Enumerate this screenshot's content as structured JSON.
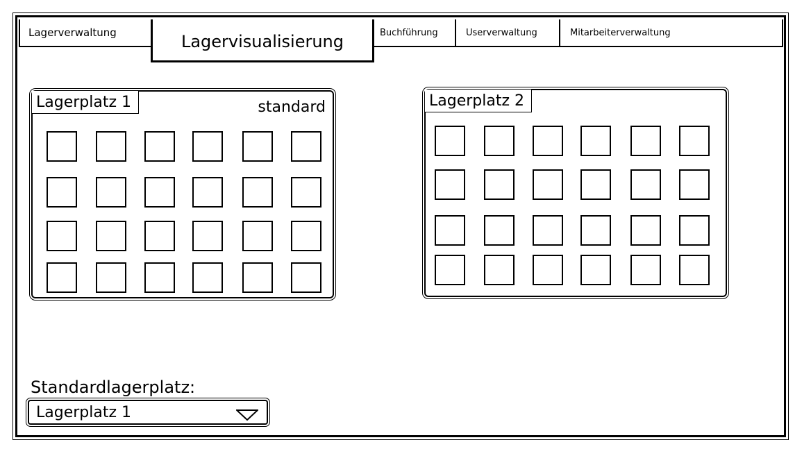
{
  "tabs": [
    {
      "label": "Lagerverwaltung"
    },
    {
      "label": "Lagervisualisierung"
    },
    {
      "label": "Buchführung"
    },
    {
      "label": "Userverwaltung"
    },
    {
      "label": "Mitarbeiterverwaltung"
    }
  ],
  "active_tab": "Lagervisualisierung",
  "panels": [
    {
      "title": "Lagerplatz 1",
      "status": "standard",
      "rows": 4,
      "cols": 6
    },
    {
      "title": "Lagerplatz 2",
      "status": "",
      "rows": 4,
      "cols": 6
    }
  ],
  "default_location": {
    "label": "Standardlagerplatz:",
    "selected": "Lagerplatz 1",
    "icon": "triangle-down-icon"
  }
}
